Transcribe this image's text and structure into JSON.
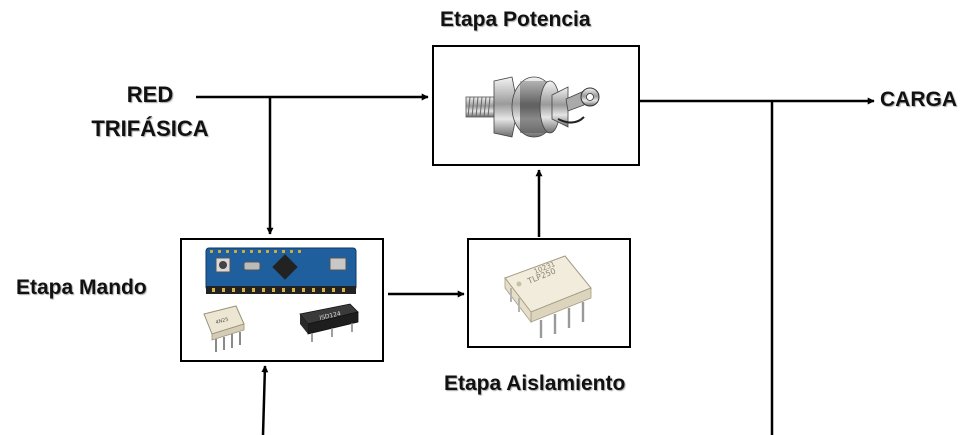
{
  "labels": {
    "red_line1": "RED",
    "red_line2": "TRIFÁSICA",
    "potencia": "Etapa Potencia",
    "mando": "Etapa Mando",
    "aislamiento": "Etapa Aislamiento",
    "carga": "CARGA"
  },
  "colors": {
    "line": "#000000",
    "pcb": "#1f5f9e",
    "chip": "#ece6d2"
  },
  "icons": {
    "potencia": "thyristor-stud-image",
    "mando": "microcontroller-board-image",
    "aislamiento": "optocoupler-chip-image"
  }
}
